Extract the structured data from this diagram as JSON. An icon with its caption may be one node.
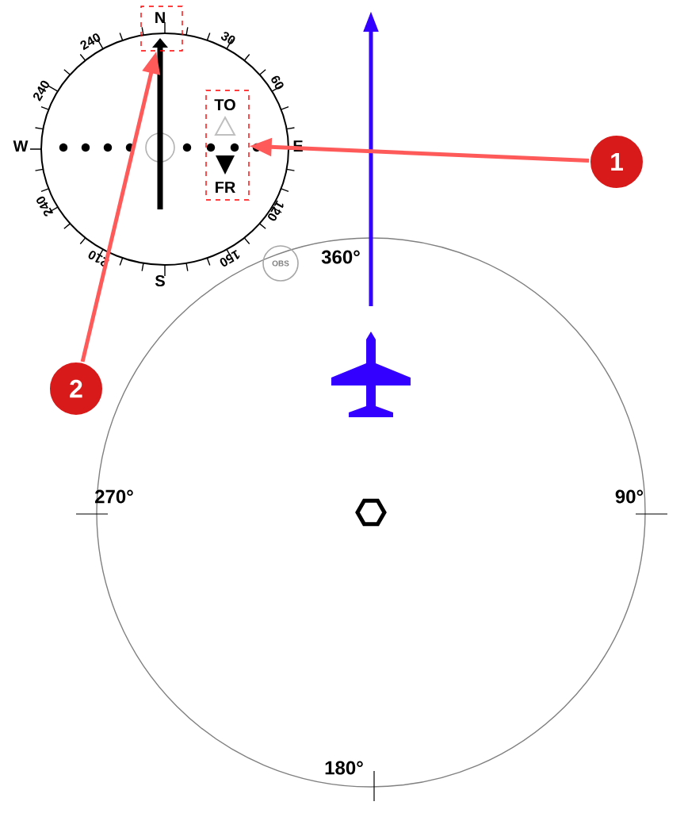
{
  "diagram": {
    "nodes": [
      {
        "text": [
          "N"
        ]
      },
      {
        "text": [
          "TO",
          "FR"
        ]
      },
      {
        "text": [
          "1"
        ]
      },
      {
        "text": [
          "2"
        ]
      }
    ],
    "edges": [
      {
        "from": 2,
        "to": 1,
        "arrow": "to"
      },
      {
        "from": 3,
        "to": 0,
        "arrow": "to"
      }
    ],
    "labels": [
      "240",
      "30",
      "240",
      "60",
      "W",
      "E",
      "240",
      "120",
      "210",
      "150",
      "S",
      "OBS",
      "360°",
      "270°",
      "90°",
      "180°"
    ]
  }
}
